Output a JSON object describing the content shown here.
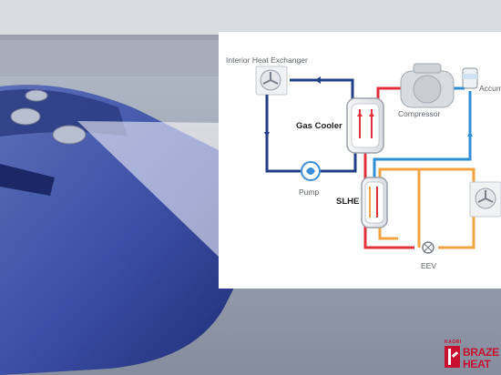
{
  "labels": {
    "interior_hx": "Interior Heat Exchanger",
    "gas_cooler": "Gas Cooler",
    "compressor": "Compressor",
    "accumulator": "Accum",
    "pump": "Pump",
    "slhe": "SLHE",
    "eev": "EEV"
  },
  "logo": {
    "small": "KAORI",
    "line1": "BRAZE",
    "line2": "HEAT"
  },
  "colors": {
    "hot": "#e0313a",
    "cold": "#2f8fd6",
    "coolant": "#213f86",
    "warm": "#f2a341",
    "brand": "#c8102e"
  }
}
